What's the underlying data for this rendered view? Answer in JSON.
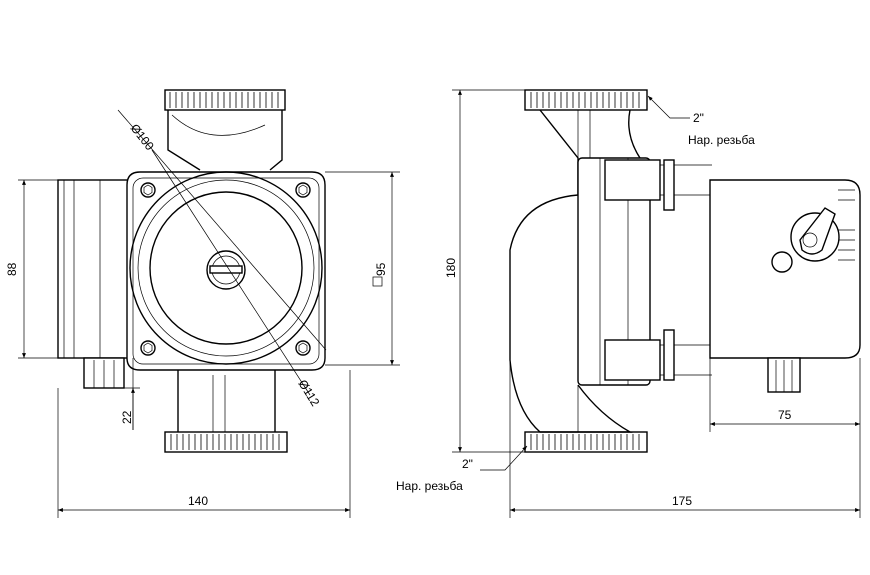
{
  "front_view": {
    "dim_width": "140",
    "dim_height_left": "88",
    "dim_square": "95",
    "dim_bottom_offset": "22",
    "dim_diam_inner": "Ø100",
    "dim_diam_outer": "Ø112"
  },
  "side_view": {
    "dim_width": "175",
    "dim_height": "180",
    "dim_box": "75",
    "thread_top_size": "2\"",
    "thread_top_label": "Нар. резьба",
    "thread_bottom_size": "2\"",
    "thread_bottom_label": "Нар. резьба"
  }
}
